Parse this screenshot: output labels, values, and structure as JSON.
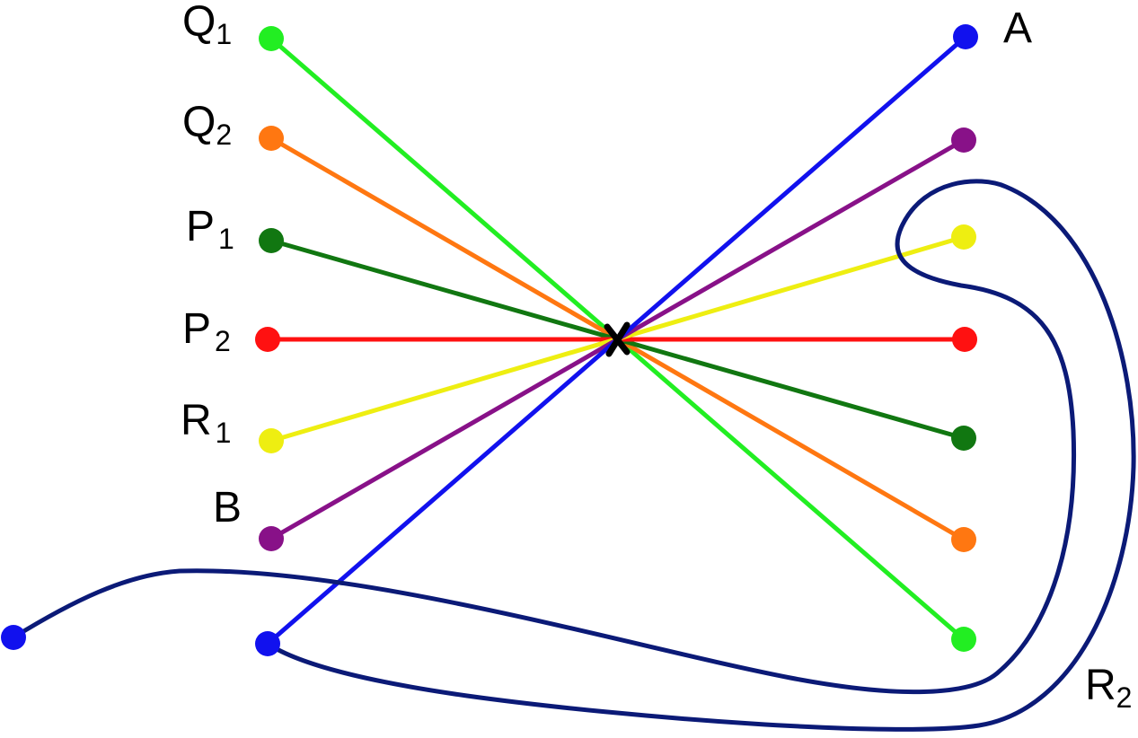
{
  "labels": {
    "q1": {
      "base": "Q",
      "sub": "1"
    },
    "q2": {
      "base": "Q",
      "sub": "2"
    },
    "p1": {
      "base": "P",
      "sub": "1"
    },
    "p2": {
      "base": "P",
      "sub": "2"
    },
    "r1": {
      "base": "R",
      "sub": "1"
    },
    "b": {
      "base": "B"
    },
    "a": {
      "base": "A"
    },
    "r2": {
      "base": "R",
      "sub": "2"
    }
  },
  "colors": {
    "q1": "#22ee22",
    "q2": "#ff7711",
    "p1": "#117711",
    "p2": "#ff1111",
    "r1": "#eeee11",
    "b": "#881188",
    "a": "#1111ee",
    "r2_curve": "#0b1a77",
    "crossing": "#000000"
  }
}
